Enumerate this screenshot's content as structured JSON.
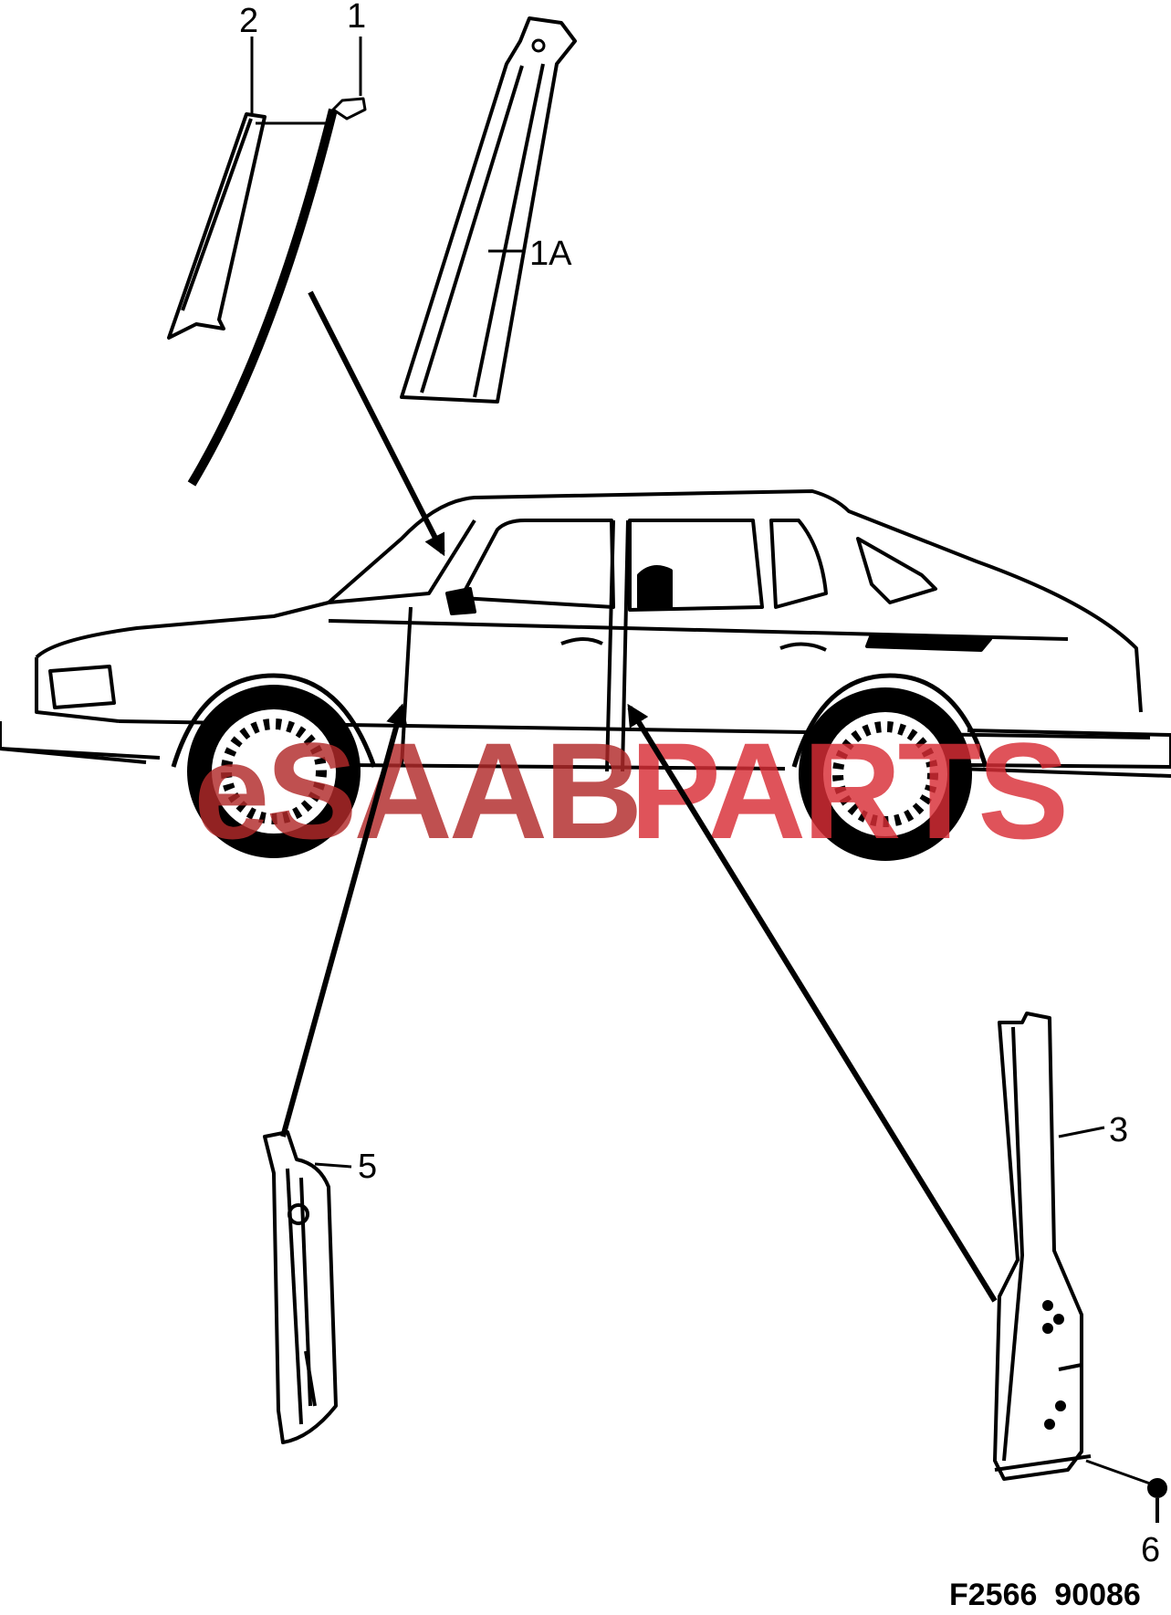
{
  "callouts": {
    "c1": "1",
    "c2": "2",
    "c1a": "1A",
    "c3": "3",
    "c5": "5",
    "c6": "6"
  },
  "watermark": {
    "part1": "eSAAB",
    "part2": "PARTS",
    "color1": "#b22a2a",
    "color2": "#d92e36"
  },
  "figure_code": "F2566  90086"
}
